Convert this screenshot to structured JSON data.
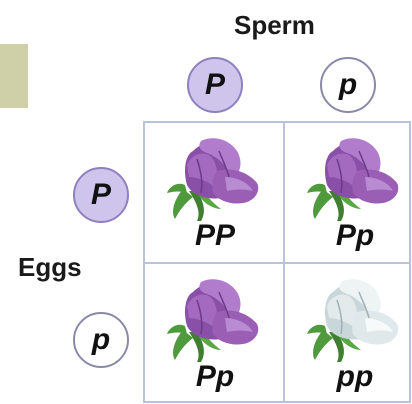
{
  "labels": {
    "sperm": "Sperm",
    "eggs": "Eggs"
  },
  "sperm_alleles": [
    "P",
    "p"
  ],
  "egg_alleles": [
    "P",
    "p"
  ],
  "cells": [
    {
      "genotype": "PP",
      "flower_color": "purple"
    },
    {
      "genotype": "Pp",
      "flower_color": "purple"
    },
    {
      "genotype": "Pp",
      "flower_color": "purple"
    },
    {
      "genotype": "pp",
      "flower_color": "white"
    }
  ],
  "colors": {
    "dominant_allele_fill": "#cfc4ec",
    "recessive_allele_fill": "#ffffff",
    "grid_line": "#b8c4dc",
    "purple_petal": "#9a5fb4",
    "white_petal": "#dfe8ea",
    "sepal_green": "#4f9a3c",
    "side_tab": "#cfcfa8"
  },
  "icons": {
    "purple_flower": "purple-flower-icon",
    "white_flower": "white-flower-icon"
  }
}
